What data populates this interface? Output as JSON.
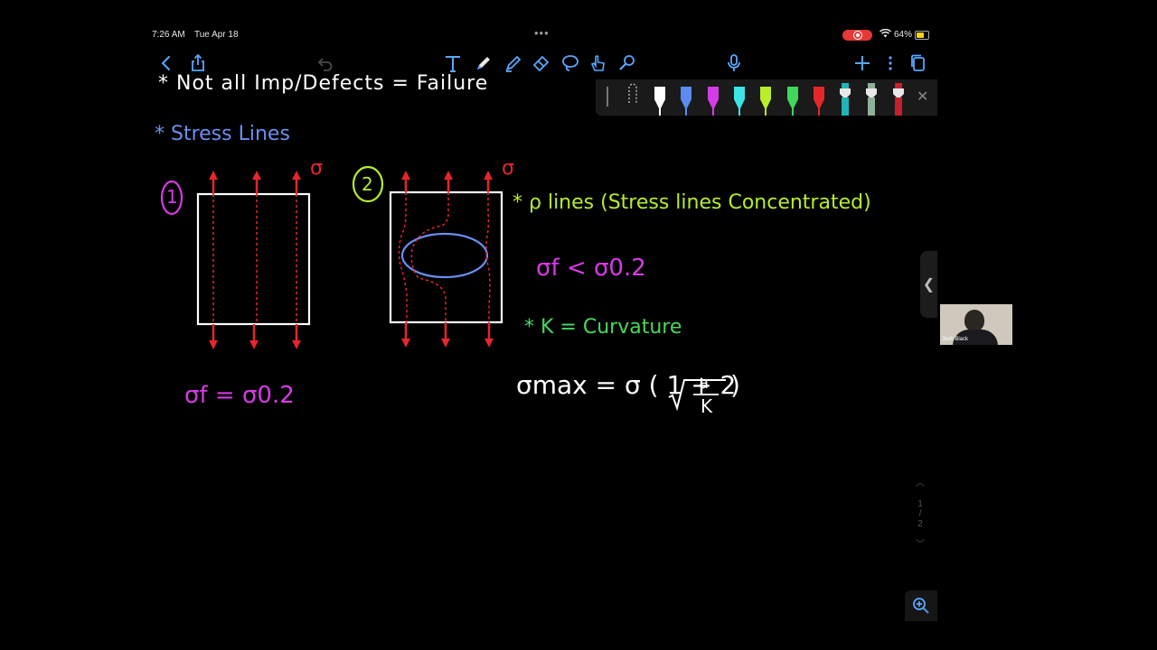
{
  "status_bar": {
    "time": "7:26 AM",
    "date": "Tue Apr 18",
    "battery_percent": "64%",
    "battery_level": 0.64
  },
  "toolbar": {
    "left_icons": [
      "back-chevron-icon",
      "share-icon",
      "undo-icon"
    ],
    "tools": [
      "text-tool-icon",
      "pen-tool-icon",
      "highlighter-tool-icon",
      "eraser-tool-icon",
      "lasso-tool-icon",
      "hand-pointer-icon",
      "laser-pointer-icon"
    ],
    "right_icons": [
      "microphone-icon",
      "add-icon",
      "more-icon",
      "pages-icon"
    ]
  },
  "palette": {
    "pens": [
      {
        "name": "white",
        "color": "#ffffff"
      },
      {
        "name": "blue",
        "color": "#5b8cf0"
      },
      {
        "name": "magenta",
        "color": "#d43ce6"
      },
      {
        "name": "cyan",
        "color": "#3fe3e6"
      },
      {
        "name": "lime",
        "color": "#b8ee2a"
      },
      {
        "name": "green",
        "color": "#3fd85a"
      },
      {
        "name": "red",
        "color": "#e5262b"
      },
      {
        "name": "teal-highlighter",
        "color": "#1fb5b8"
      },
      {
        "name": "grey-green-highlighter",
        "color": "#8fb19a"
      },
      {
        "name": "red-highlighter",
        "color": "#c8202a"
      }
    ]
  },
  "notes": {
    "top_line": "* Not all Imp/Defects = Failure",
    "heading": "* Stress Lines",
    "label_one": "1",
    "label_two": "2",
    "sigma_one": "σ",
    "sigma_two": "σ",
    "note_lines": "* ρ lines (Stress lines Concentrated)",
    "inequality": "σf < σ0.2",
    "curvature": "* K = Curvature",
    "equality": "σf = σ0.2",
    "formula_main": "σmax = σ ( 1 + 2",
    "formula_num": "a",
    "formula_den": "K",
    "formula_close": ")"
  },
  "navigation": {
    "page_current": "1",
    "page_sep": "/",
    "page_total": "2"
  },
  "video": {
    "participant_name": "Josh Black"
  },
  "colors": {
    "ink_white": "#ffffff",
    "ink_blue": "#6b8ff0",
    "ink_magenta": "#d83ae6",
    "ink_lime": "#b8ee2a",
    "ink_green": "#46d85c",
    "ink_red": "#e5262b",
    "toolbar_icon": "#5aa7ff"
  }
}
